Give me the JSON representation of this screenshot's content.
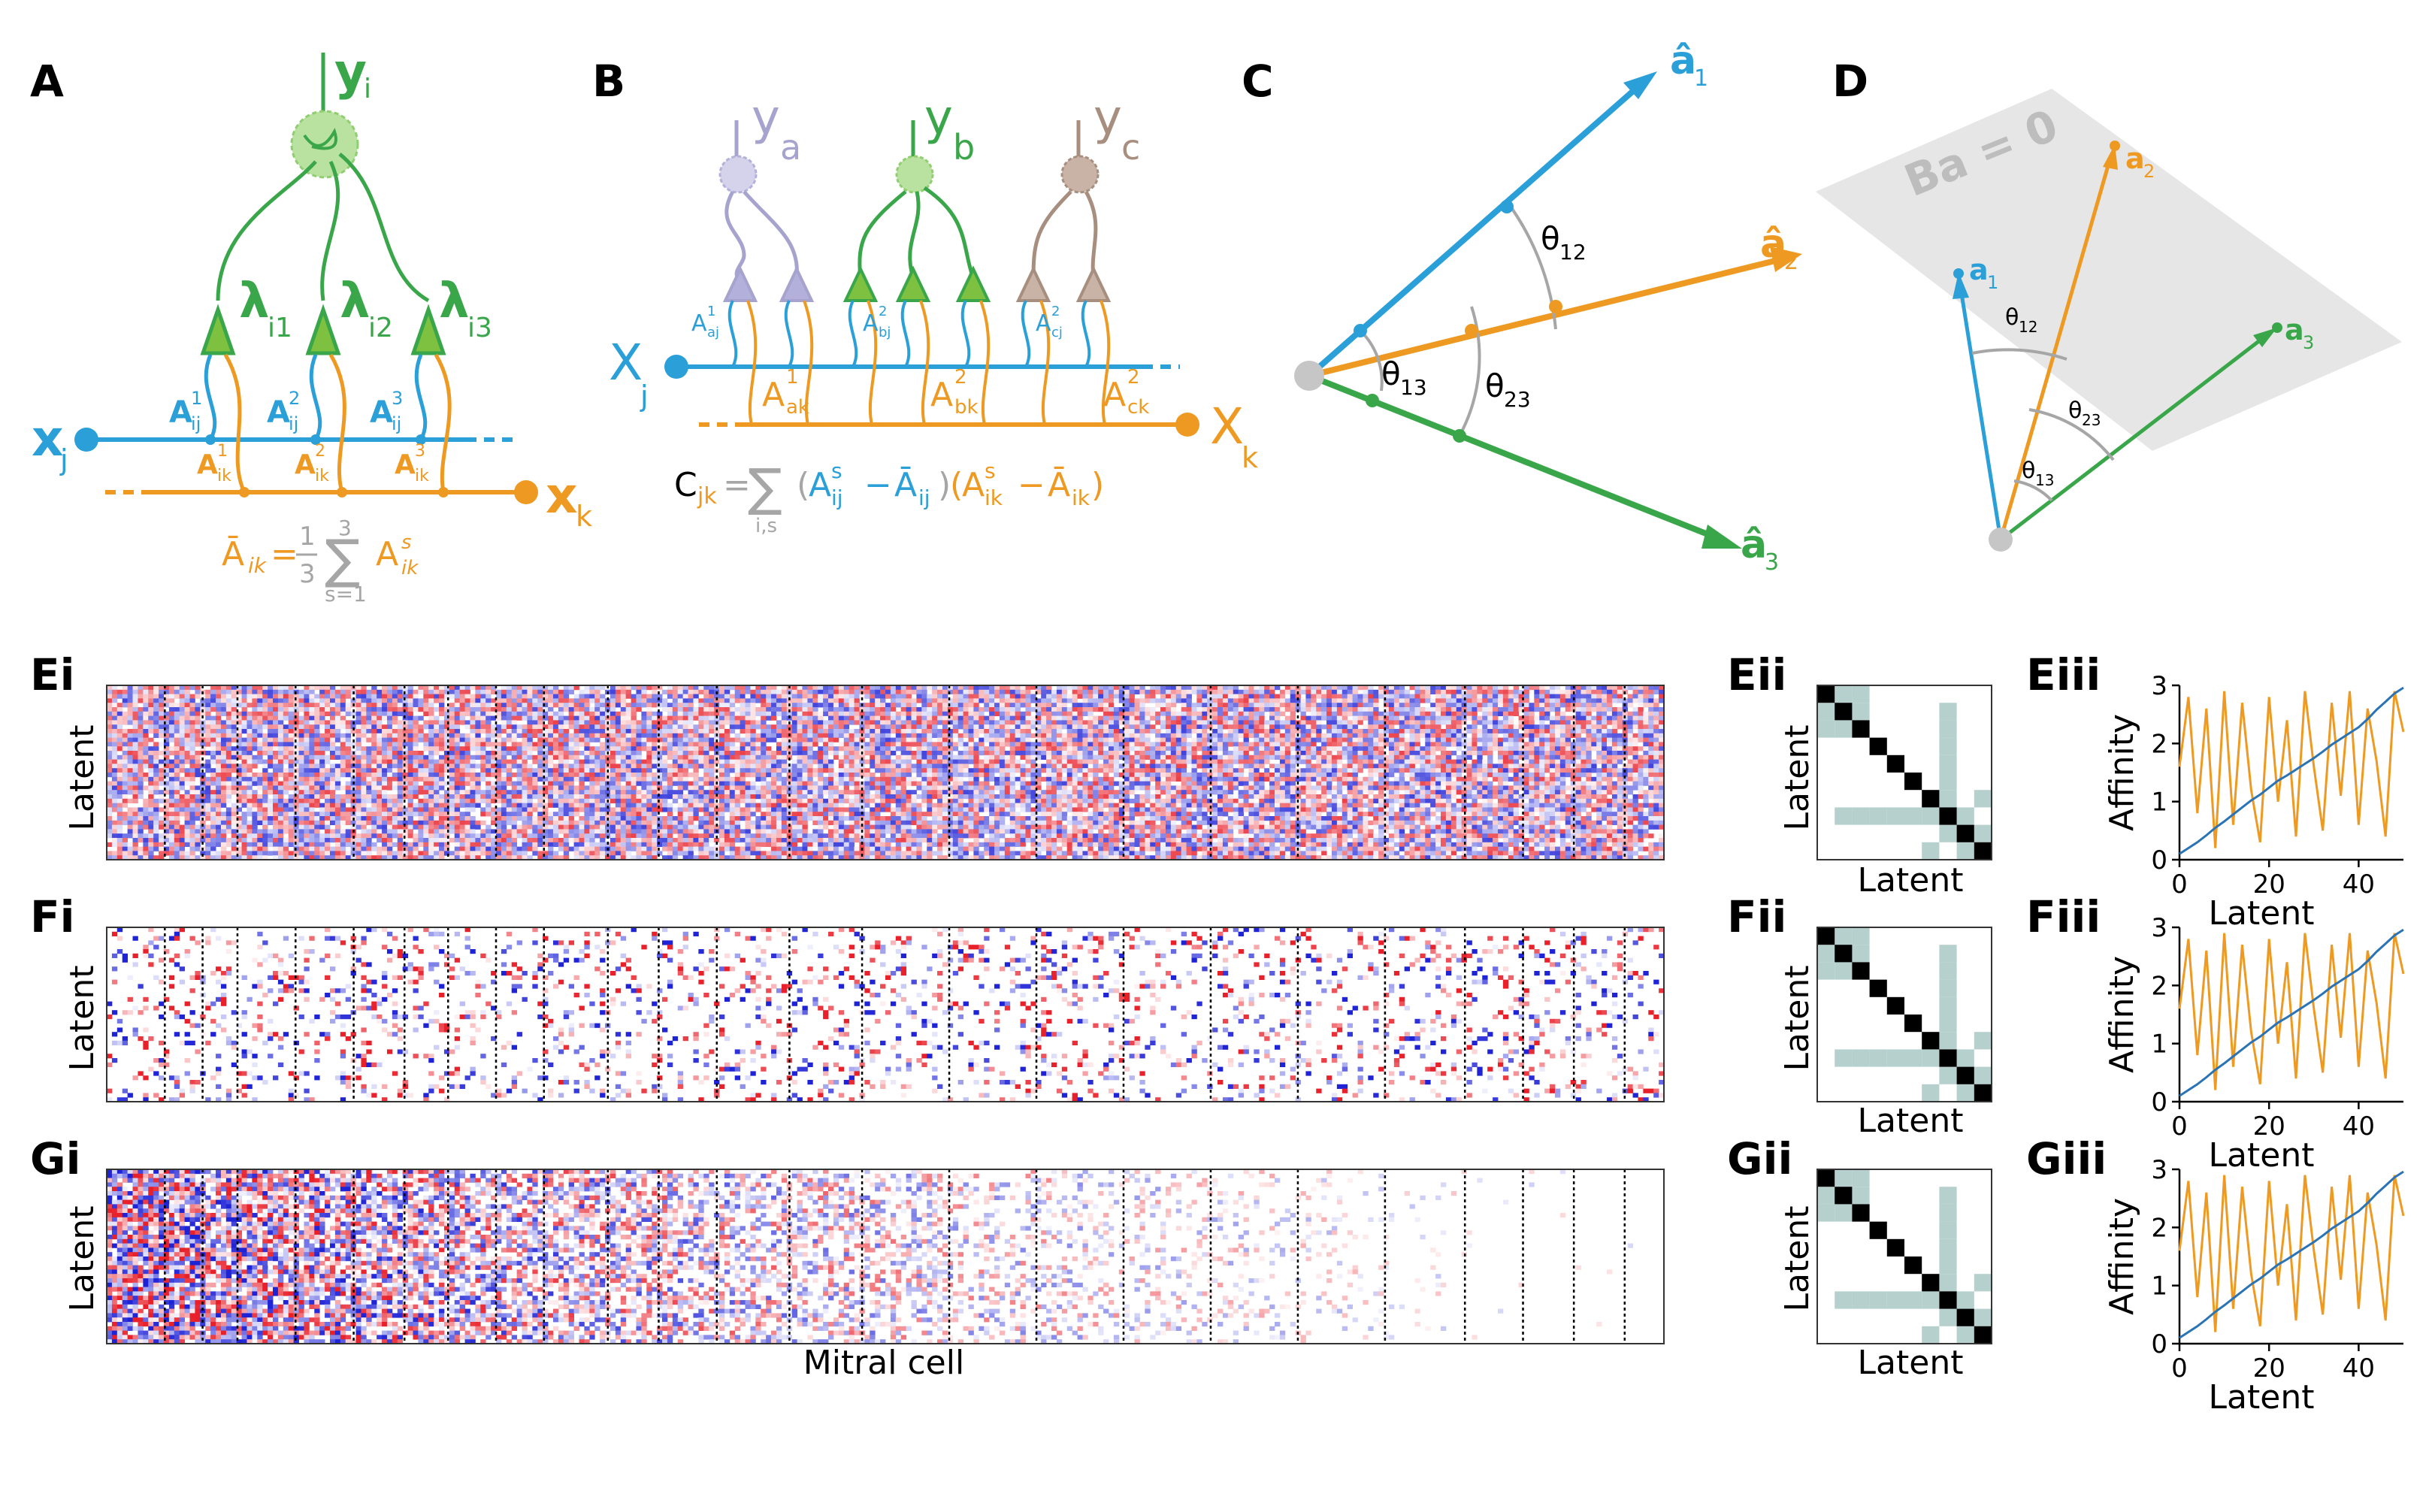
{
  "panels": {
    "A": "A",
    "B": "B",
    "C": "C",
    "D": "D",
    "Ei": "Ei",
    "Eii": "Eii",
    "Eiii": "Eiii",
    "Fi": "Fi",
    "Fii": "Fii",
    "Fiii": "Fiii",
    "Gi": "Gi",
    "Gii": "Gii",
    "Giii": "Giii"
  },
  "panelA": {
    "y_main": "y",
    "y_sub": "i",
    "lambda": "λ",
    "lambda_subs": [
      "i1",
      "i2",
      "i3"
    ],
    "A_blue": "A",
    "A_blue_sub": "ij",
    "A_sups": [
      "1",
      "2",
      "3"
    ],
    "A_orange": "A",
    "A_orange_sub": "ik",
    "xj": "x",
    "xj_sub": "j",
    "xk": "x",
    "xk_sub": "k",
    "formula_lhs": "Ā",
    "formula_lhs_sub": "ik",
    "formula_eq": "=",
    "formula_num": "1",
    "formula_den": "3",
    "formula_sum": "∑",
    "formula_upper": "3",
    "formula_lower": "s=1",
    "formula_term": "A",
    "formula_term_sup": "s",
    "formula_term_sub": "ik"
  },
  "panelB": {
    "ya": "y",
    "ya_sub": "a",
    "yb": "y",
    "yb_sub": "b",
    "yc": "y",
    "yc_sub": "c",
    "A": "A",
    "A_aj_sub": "aj",
    "A_bj_sub": "bj",
    "A_cj_sub": "cj",
    "A_ak_sub": "ak",
    "A_bk_sub": "bk",
    "A_ck_sub": "ck",
    "sup1": "1",
    "sup2": "2",
    "xj": "X",
    "xj_sub": "j",
    "xk": "X",
    "xk_sub": "k",
    "cov_C": "C",
    "cov_sub": "jk",
    "cov_eq": "=",
    "cov_sum": "∑",
    "cov_sum_sub": "i,s",
    "cov_lp1": "(",
    "cov_A1": "A",
    "cov_A1_sup": "s",
    "cov_A1_sub": "ij",
    "cov_minus1": "−",
    "cov_Abar1": "Ā",
    "cov_Abar1_sub": "ij",
    "cov_rp1": ")",
    "cov_lp2": "(",
    "cov_A2": "A",
    "cov_A2_sup": "s",
    "cov_A2_sub": "ik",
    "cov_minus2": "−",
    "cov_Abar2": "Ā",
    "cov_Abar2_sub": "ik",
    "cov_rp2": ")"
  },
  "panelC": {
    "a_hat": "â",
    "subs": [
      "1",
      "2",
      "3"
    ],
    "theta": "θ",
    "theta_subs": [
      "12",
      "23",
      "13"
    ]
  },
  "panelD": {
    "plane_label": "Ba = 0",
    "a": "a",
    "subs": [
      "1",
      "2",
      "3"
    ],
    "theta": "θ",
    "theta_subs": [
      "12",
      "23",
      "13"
    ]
  },
  "heatmaps": {
    "ylabel": "Latent",
    "xlabel_G": "Mitral cell",
    "sparsity": {
      "E": 0.0,
      "F": 0.82,
      "G": "decreasing"
    },
    "colors": {
      "positive": "#e8202a",
      "negative": "#1f23d6",
      "zero": "#ffffff"
    }
  },
  "corr_matrix": {
    "xlabel": "Latent",
    "ylabel": "Latent",
    "diag_color": "#000000",
    "offdiag_color": "#b6d0ce"
  },
  "chart_data": [
    {
      "type": "line",
      "panel": "Eiii",
      "xlabel": "Latent",
      "ylabel": "Affinity",
      "xlim": [
        0,
        50
      ],
      "ylim": [
        0,
        3
      ],
      "xticks": [
        0,
        20,
        40
      ],
      "yticks": [
        0,
        1,
        2,
        3
      ],
      "grid": false,
      "series": [
        {
          "color": "#2a74b5",
          "x": [
            0,
            2,
            4,
            6,
            8,
            10,
            12,
            14,
            16,
            18,
            20,
            22,
            24,
            26,
            28,
            30,
            32,
            34,
            36,
            38,
            40,
            42,
            44,
            46,
            48,
            50
          ],
          "values": [
            0.1,
            0.2,
            0.3,
            0.42,
            0.55,
            0.66,
            0.78,
            0.9,
            1.02,
            1.12,
            1.24,
            1.36,
            1.45,
            1.55,
            1.65,
            1.75,
            1.86,
            1.98,
            2.08,
            2.18,
            2.28,
            2.42,
            2.58,
            2.72,
            2.86,
            2.96
          ]
        },
        {
          "color": "#ee9a22",
          "x": [
            0,
            2,
            4,
            6,
            8,
            10,
            12,
            14,
            16,
            18,
            20,
            22,
            24,
            26,
            28,
            30,
            32,
            34,
            36,
            38,
            40,
            42,
            44,
            46,
            48,
            50
          ],
          "values": [
            1.6,
            2.8,
            0.8,
            2.6,
            0.2,
            2.9,
            0.6,
            2.7,
            1.2,
            0.3,
            2.8,
            1.0,
            2.4,
            0.4,
            2.9,
            1.6,
            0.5,
            2.7,
            1.1,
            2.9,
            0.6,
            2.6,
            1.7,
            0.4,
            2.9,
            2.2
          ]
        }
      ]
    },
    {
      "type": "line",
      "panel": "Fiii",
      "xlabel": "Latent",
      "ylabel": "Affinity",
      "xlim": [
        0,
        50
      ],
      "ylim": [
        0,
        3
      ],
      "xticks": [
        0,
        20,
        40
      ],
      "yticks": [
        0,
        1,
        2,
        3
      ],
      "grid": false,
      "series": [
        {
          "color": "#2a74b5",
          "x": [
            0,
            2,
            4,
            6,
            8,
            10,
            12,
            14,
            16,
            18,
            20,
            22,
            24,
            26,
            28,
            30,
            32,
            34,
            36,
            38,
            40,
            42,
            44,
            46,
            48,
            50
          ],
          "values": [
            0.1,
            0.2,
            0.3,
            0.42,
            0.55,
            0.66,
            0.78,
            0.9,
            1.02,
            1.12,
            1.24,
            1.36,
            1.45,
            1.55,
            1.65,
            1.75,
            1.86,
            1.98,
            2.08,
            2.18,
            2.28,
            2.42,
            2.58,
            2.72,
            2.86,
            2.96
          ]
        },
        {
          "color": "#ee9a22",
          "x": [
            0,
            2,
            4,
            6,
            8,
            10,
            12,
            14,
            16,
            18,
            20,
            22,
            24,
            26,
            28,
            30,
            32,
            34,
            36,
            38,
            40,
            42,
            44,
            46,
            48,
            50
          ],
          "values": [
            1.6,
            2.8,
            0.8,
            2.6,
            0.2,
            2.9,
            0.6,
            2.7,
            1.2,
            0.3,
            2.8,
            1.0,
            2.4,
            0.4,
            2.9,
            1.6,
            0.5,
            2.7,
            1.1,
            2.9,
            0.6,
            2.6,
            1.7,
            0.4,
            2.9,
            2.2
          ]
        }
      ]
    },
    {
      "type": "line",
      "panel": "Giii",
      "xlabel": "Latent",
      "ylabel": "Affinity",
      "xlim": [
        0,
        50
      ],
      "ylim": [
        0,
        3
      ],
      "xticks": [
        0,
        20,
        40
      ],
      "yticks": [
        0,
        1,
        2,
        3
      ],
      "grid": false,
      "series": [
        {
          "color": "#2a74b5",
          "x": [
            0,
            2,
            4,
            6,
            8,
            10,
            12,
            14,
            16,
            18,
            20,
            22,
            24,
            26,
            28,
            30,
            32,
            34,
            36,
            38,
            40,
            42,
            44,
            46,
            48,
            50
          ],
          "values": [
            0.1,
            0.2,
            0.3,
            0.42,
            0.55,
            0.66,
            0.78,
            0.9,
            1.02,
            1.12,
            1.24,
            1.36,
            1.45,
            1.55,
            1.65,
            1.75,
            1.86,
            1.98,
            2.08,
            2.18,
            2.28,
            2.42,
            2.58,
            2.72,
            2.86,
            2.96
          ]
        },
        {
          "color": "#ee9a22",
          "x": [
            0,
            2,
            4,
            6,
            8,
            10,
            12,
            14,
            16,
            18,
            20,
            22,
            24,
            26,
            28,
            30,
            32,
            34,
            36,
            38,
            40,
            42,
            44,
            46,
            48,
            50
          ],
          "values": [
            1.6,
            2.8,
            0.8,
            2.6,
            0.2,
            2.9,
            0.6,
            2.7,
            1.2,
            0.3,
            2.8,
            1.0,
            2.4,
            0.4,
            2.9,
            1.6,
            0.5,
            2.7,
            1.1,
            2.9,
            0.6,
            2.6,
            1.7,
            0.4,
            2.9,
            2.2
          ]
        }
      ]
    }
  ]
}
